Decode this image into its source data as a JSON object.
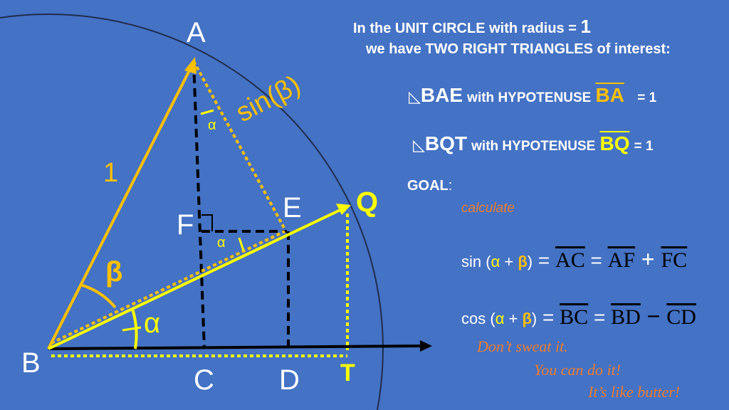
{
  "heading": {
    "line1": "In the UNIT CIRCLE with radius  =",
    "radius": "1",
    "line2": "we have TWO RIGHT TRIANGLES of interest:"
  },
  "triangles": [
    {
      "name": "BAE",
      "text": "with HYPOTENUSE",
      "hyp": "BA",
      "eq": "=  1"
    },
    {
      "name": "BQT",
      "text": "with HYPOTENUSE",
      "hyp": "BQ",
      "eq": "=  1"
    }
  ],
  "goal": {
    "label": "GOAL",
    "colon": ":",
    "calc": "calculate"
  },
  "sin_eq": {
    "fn": "sin (",
    "alpha": "α",
    "plus": " + ",
    "beta": "β",
    "close": ")",
    "eq1": " = ",
    "t1": "AC",
    "eq2": " = ",
    "t2": "AF",
    "op": " + ",
    "t3": "FC"
  },
  "cos_eq": {
    "fn": "cos (",
    "alpha": "α",
    "plus": " + ",
    "beta": "β",
    "close": ")",
    "eq1": " = ",
    "t1": "BC",
    "eq2": " = ",
    "t2": "BD",
    "op": " − ",
    "t3": "CD"
  },
  "encouragement": [
    "Don’t sweat it.",
    "You can do it!",
    "It’s like butter!"
  ],
  "points": {
    "A": "A",
    "B": "B",
    "C": "C",
    "D": "D",
    "E": "E",
    "F": "F",
    "Q": "Q",
    "T": "T"
  },
  "labels": {
    "one": "1",
    "beta": "β",
    "alpha": "α",
    "alpha_small": "α",
    "alpha_small2": "α",
    "sinb": "sin(β)"
  },
  "colors": {
    "bg": "#4472C4",
    "orange": "#FFC000",
    "yellow": "#FFFF00",
    "black": "#000000"
  }
}
